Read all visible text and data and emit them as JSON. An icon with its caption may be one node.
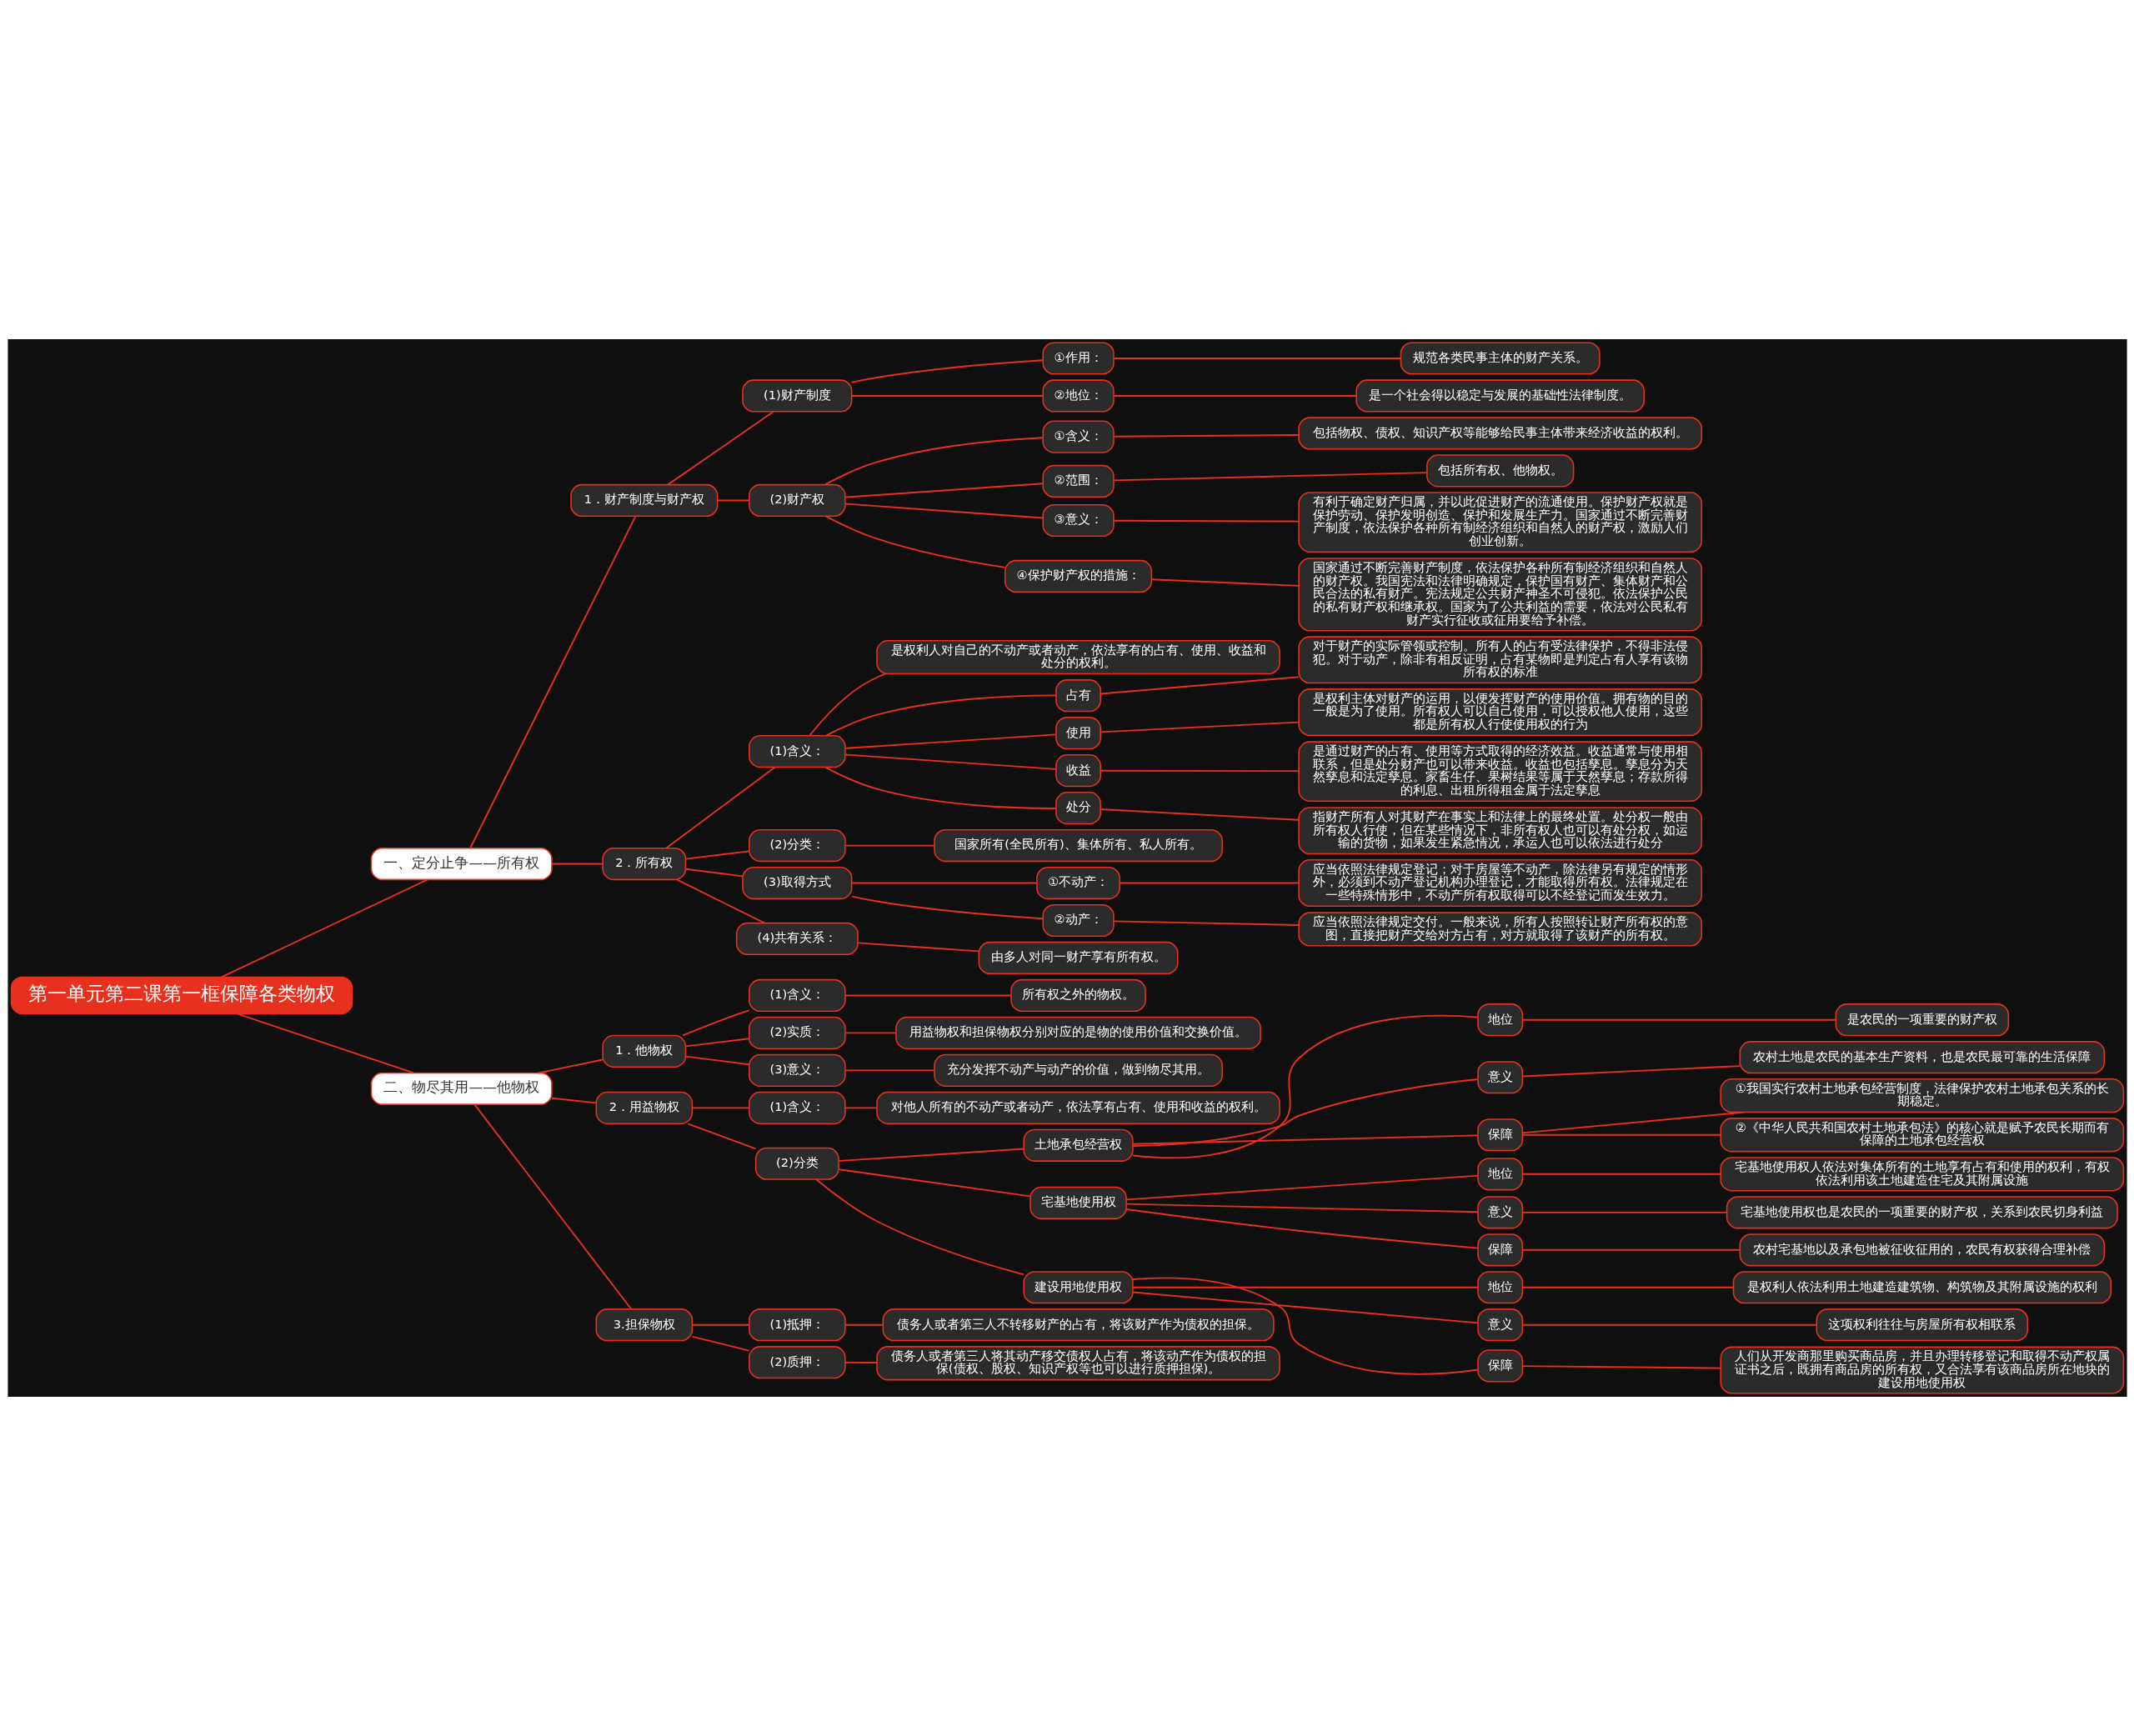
{
  "diagram": {
    "nodes": [
      {
        "text": [
          "第一单元第二课第一框保障各类物权"
        ]
      },
      {
        "text": [
          "一、定分止争——所有权"
        ]
      },
      {
        "text": [
          "1．财产制度与财产权"
        ]
      },
      {
        "text": [
          "(1)财产制度"
        ]
      },
      {
        "text": [
          "①作用："
        ]
      },
      {
        "text": [
          "规范各类民事主体的财产关系。"
        ]
      },
      {
        "text": [
          "②地位："
        ]
      },
      {
        "text": [
          "是一个社会得以稳定与发展的基础性法律制度。"
        ]
      },
      {
        "text": [
          "(2)财产权"
        ]
      },
      {
        "text": [
          "①含义："
        ]
      },
      {
        "text": [
          "包括物权、债权、知识产权等能够给民事主体带来经济收益的权利。"
        ]
      },
      {
        "text": [
          "②范围："
        ]
      },
      {
        "text": [
          "包括所有权、他物权。"
        ]
      },
      {
        "text": [
          "③意义："
        ]
      },
      {
        "text": [
          "有利于确定财产归属，并以此促进财产的流通使用。保护财产权就是保护劳动、保护发明创造、保护和发展生产力。国家通过不断完善财产制度，依法保护各种所有制经济组织和自然人的财产权，激励人们创业创新。"
        ]
      },
      {
        "text": [
          "④保护财产权的措施："
        ]
      },
      {
        "text": [
          "国家通过不断完善财产制度，依法保护各种所有制经济组织和自然人的财产权。我国宪法和法律明确规定，保护国有财产、集体财产和公民合法的私有财产。宪法规定公共财产神圣不可侵犯。依法保护公民的私有财产权和继承权。国家为了公共利益的需要，依法对公民私有财产实行征收或征用要给予补偿。"
        ]
      },
      {
        "text": [
          "2．所有权"
        ]
      },
      {
        "text": [
          "(1)含义："
        ]
      },
      {
        "text": [
          "是权利人对自己的不动产或者动产，依法享有的占有、使用、收益和处分的权利。"
        ]
      },
      {
        "text": [
          "占有"
        ]
      },
      {
        "text": [
          "对于财产的实际管领或控制。所有人的占有受法律保护，不得非法侵犯。对于动产，除非有相反证明，占有某物即是判定占有人享有该物所有权的标准"
        ]
      },
      {
        "text": [
          "使用"
        ]
      },
      {
        "text": [
          "是权利主体对财产的运用，以便发挥财产的使用价值。拥有物的目的一般是为了使用。所有权人可以自己使用，可以授权他人使用，这些都是所有权人行使使用权的行为"
        ]
      },
      {
        "text": [
          "收益"
        ]
      },
      {
        "text": [
          "是通过财产的占有、使用等方式取得的经济效益。收益通常与使用相联系，但是处分财产也可以带来收益。收益也包括孳息。孳息分为天然孳息和法定孳息。家畜生仔、果树结果等属于天然孳息；存款所得的利息、出租所得租金属于法定孳息"
        ]
      },
      {
        "text": [
          "处分"
        ]
      },
      {
        "text": [
          "指财产所有人对其财产在事实上和法律上的最终处置。处分权一般由所有权人行使，但在某些情况下，非所有权人也可以有处分权，如运输的货物，如果发生紧急情况，承运人也可以依法进行处分"
        ]
      },
      {
        "text": [
          "(2)分类："
        ]
      },
      {
        "text": [
          "国家所有(全民所有)、集体所有、私人所有。"
        ]
      },
      {
        "text": [
          "(3)取得方式"
        ]
      },
      {
        "text": [
          "①不动产："
        ]
      },
      {
        "text": [
          "应当依照法律规定登记；对于房屋等不动产，除法律另有规定的情形外，必须到不动产登记机构办理登记，才能取得所有权。法律规定在一些特殊情形中，不动产所有权取得可以不经登记而发生效力。"
        ]
      },
      {
        "text": [
          "②动产："
        ]
      },
      {
        "text": [
          "应当依照法律规定交付。一般来说，所有人按照转让财产所有权的意图，直接把财产交给对方占有，对方就取得了该财产的所有权。"
        ]
      },
      {
        "text": [
          "(4)共有关系："
        ]
      },
      {
        "text": [
          "由多人对同一财产享有所有权。"
        ]
      },
      {
        "text": [
          "二、物尽其用——他物权"
        ]
      },
      {
        "text": [
          "1．他物权"
        ]
      },
      {
        "text": [
          "(1)含义："
        ]
      },
      {
        "text": [
          "所有权之外的物权。"
        ]
      },
      {
        "text": [
          "(2)实质："
        ]
      },
      {
        "text": [
          "用益物权和担保物权分别对应的是物的使用价值和交换价值。"
        ]
      },
      {
        "text": [
          "(3)意义："
        ]
      },
      {
        "text": [
          "充分发挥不动产与动产的价值，做到物尽其用。"
        ]
      },
      {
        "text": [
          "2．用益物权"
        ]
      },
      {
        "text": [
          "(1)含义："
        ]
      },
      {
        "text": [
          "对他人所有的不动产或者动产，依法享有占有、使用和收益的权利。"
        ]
      },
      {
        "text": [
          "(2)分类"
        ]
      },
      {
        "text": [
          "土地承包经营权"
        ]
      },
      {
        "text": [
          "地位"
        ]
      },
      {
        "text": [
          "是农民的一项重要的财产权"
        ]
      },
      {
        "text": [
          "意义"
        ]
      },
      {
        "text": [
          "农村土地是农民的基本生产资料，也是农民最可靠的生活保障"
        ]
      },
      {
        "text": [
          "保障"
        ]
      },
      {
        "text": [
          "①我国实行农村土地承包经营制度，法律保护农村土地承包关系的长期稳定。"
        ]
      },
      {
        "text": [
          "②《中华人民共和国农村土地承包法》的核心就是赋予农民长期而有保障的土地承包经营权"
        ]
      },
      {
        "text": [
          "宅基地使用权"
        ]
      },
      {
        "text": [
          "地位"
        ]
      },
      {
        "text": [
          "宅基地使用权人依法对集体所有的土地享有占有和使用的权利，有权依法利用该土地建造住宅及其附属设施"
        ]
      },
      {
        "text": [
          "意义"
        ]
      },
      {
        "text": [
          "宅基地使用权也是农民的一项重要的财产权，关系到农民切身利益"
        ]
      },
      {
        "text": [
          "保障"
        ]
      },
      {
        "text": [
          "农村宅基地以及承包地被征收征用的，农民有权获得合理补偿"
        ]
      },
      {
        "text": [
          "建设用地使用权"
        ]
      },
      {
        "text": [
          "地位"
        ]
      },
      {
        "text": [
          "是权利人依法利用土地建造建筑物、构筑物及其附属设施的权利"
        ]
      },
      {
        "text": [
          "意义"
        ]
      },
      {
        "text": [
          "这项权利往往与房屋所有权相联系"
        ]
      },
      {
        "text": [
          "保障"
        ]
      },
      {
        "text": [
          "人们从开发商那里购买商品房，并且办理转移登记和取得不动产权属证书之后，既拥有商品房的所有权，又合法享有该商品房所在地块的建设用地使用权"
        ]
      },
      {
        "text": [
          "3.担保物权"
        ]
      },
      {
        "text": [
          "(1)抵押："
        ]
      },
      {
        "text": [
          "债务人或者第三人不转移财产的占有，将该财产作为债权的担保。"
        ]
      },
      {
        "text": [
          "(2)质押："
        ]
      },
      {
        "text": [
          "债务人或者第三人将其动产移交债权人占有，将该动产作为债权的担保(债权、股权、知识产权等也可以进行质押担保)。"
        ]
      }
    ],
    "edges": [
      {
        "from": 0,
        "to": 1,
        "arrow": "none"
      },
      {
        "from": 1,
        "to": 2,
        "arrow": "none"
      },
      {
        "from": 2,
        "to": 3,
        "arrow": "none"
      },
      {
        "from": 3,
        "to": 4,
        "arrow": "none"
      },
      {
        "from": 4,
        "to": 5,
        "arrow": "none"
      },
      {
        "from": 3,
        "to": 6,
        "arrow": "none"
      },
      {
        "from": 6,
        "to": 7,
        "arrow": "none"
      },
      {
        "from": 2,
        "to": 8,
        "arrow": "none"
      },
      {
        "from": 8,
        "to": 9,
        "arrow": "none"
      },
      {
        "from": 9,
        "to": 10,
        "arrow": "none"
      },
      {
        "from": 8,
        "to": 11,
        "arrow": "none"
      },
      {
        "from": 11,
        "to": 12,
        "arrow": "none"
      },
      {
        "from": 8,
        "to": 13,
        "arrow": "none"
      },
      {
        "from": 13,
        "to": 14,
        "arrow": "none"
      },
      {
        "from": 8,
        "to": 15,
        "arrow": "none"
      },
      {
        "from": 15,
        "to": 16,
        "arrow": "none"
      },
      {
        "from": 1,
        "to": 17,
        "arrow": "none"
      },
      {
        "from": 17,
        "to": 18,
        "arrow": "none"
      },
      {
        "from": 18,
        "to": 19,
        "arrow": "none"
      },
      {
        "from": 18,
        "to": 20,
        "arrow": "none"
      },
      {
        "from": 20,
        "to": 21,
        "arrow": "none"
      },
      {
        "from": 18,
        "to": 22,
        "arrow": "none"
      },
      {
        "from": 22,
        "to": 23,
        "arrow": "none"
      },
      {
        "from": 18,
        "to": 24,
        "arrow": "none"
      },
      {
        "from": 24,
        "to": 25,
        "arrow": "none"
      },
      {
        "from": 18,
        "to": 26,
        "arrow": "none"
      },
      {
        "from": 26,
        "to": 27,
        "arrow": "none"
      },
      {
        "from": 17,
        "to": 28,
        "arrow": "none"
      },
      {
        "from": 28,
        "to": 29,
        "arrow": "none"
      },
      {
        "from": 17,
        "to": 30,
        "arrow": "none"
      },
      {
        "from": 30,
        "to": 31,
        "arrow": "none"
      },
      {
        "from": 31,
        "to": 32,
        "arrow": "none"
      },
      {
        "from": 30,
        "to": 33,
        "arrow": "none"
      },
      {
        "from": 33,
        "to": 34,
        "arrow": "none"
      },
      {
        "from": 17,
        "to": 35,
        "arrow": "none"
      },
      {
        "from": 35,
        "to": 36,
        "arrow": "none"
      },
      {
        "from": 0,
        "to": 37,
        "arrow": "none"
      },
      {
        "from": 37,
        "to": 38,
        "arrow": "none"
      },
      {
        "from": 38,
        "to": 39,
        "arrow": "none"
      },
      {
        "from": 39,
        "to": 40,
        "arrow": "none"
      },
      {
        "from": 38,
        "to": 41,
        "arrow": "none"
      },
      {
        "from": 41,
        "to": 42,
        "arrow": "none"
      },
      {
        "from": 38,
        "to": 43,
        "arrow": "none"
      },
      {
        "from": 43,
        "to": 44,
        "arrow": "none"
      },
      {
        "from": 37,
        "to": 45,
        "arrow": "none"
      },
      {
        "from": 45,
        "to": 46,
        "arrow": "none"
      },
      {
        "from": 46,
        "to": 47,
        "arrow": "none"
      },
      {
        "from": 45,
        "to": 48,
        "arrow": "none"
      },
      {
        "from": 48,
        "to": 49,
        "arrow": "none"
      },
      {
        "from": 49,
        "to": 50,
        "arrow": "none"
      },
      {
        "from": 50,
        "to": 51,
        "arrow": "none"
      },
      {
        "from": 49,
        "to": 52,
        "arrow": "none"
      },
      {
        "from": 52,
        "to": 53,
        "arrow": "none"
      },
      {
        "from": 49,
        "to": 54,
        "arrow": "none"
      },
      {
        "from": 54,
        "to": 55,
        "arrow": "none"
      },
      {
        "from": 54,
        "to": 56,
        "arrow": "none"
      },
      {
        "from": 48,
        "to": 57,
        "arrow": "none"
      },
      {
        "from": 57,
        "to": 58,
        "arrow": "none"
      },
      {
        "from": 58,
        "to": 59,
        "arrow": "none"
      },
      {
        "from": 57,
        "to": 60,
        "arrow": "none"
      },
      {
        "from": 60,
        "to": 61,
        "arrow": "none"
      },
      {
        "from": 57,
        "to": 62,
        "arrow": "none"
      },
      {
        "from": 62,
        "to": 63,
        "arrow": "none"
      },
      {
        "from": 48,
        "to": 64,
        "arrow": "none"
      },
      {
        "from": 64,
        "to": 65,
        "arrow": "none"
      },
      {
        "from": 65,
        "to": 66,
        "arrow": "none"
      },
      {
        "from": 64,
        "to": 67,
        "arrow": "none"
      },
      {
        "from": 67,
        "to": 68,
        "arrow": "none"
      },
      {
        "from": 64,
        "to": 69,
        "arrow": "none"
      },
      {
        "from": 69,
        "to": 70,
        "arrow": "none"
      },
      {
        "from": 37,
        "to": 71,
        "arrow": "none"
      },
      {
        "from": 71,
        "to": 72,
        "arrow": "none"
      },
      {
        "from": 72,
        "to": 73,
        "arrow": "none"
      },
      {
        "from": 71,
        "to": 74,
        "arrow": "none"
      },
      {
        "from": 74,
        "to": 75,
        "arrow": "none"
      }
    ]
  }
}
